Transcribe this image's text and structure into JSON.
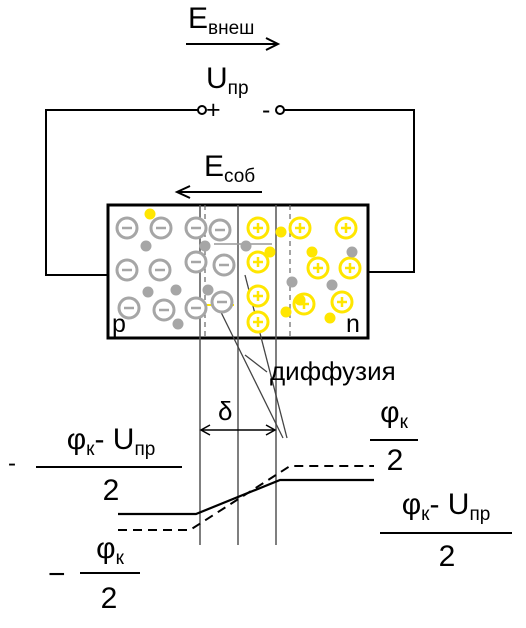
{
  "field_external": {
    "main": "E",
    "sub": "внеш"
  },
  "voltage": {
    "main": "U",
    "sub": "пр",
    "plus": "+",
    "minus": "-"
  },
  "field_own": {
    "main": "E",
    "sub": "соб"
  },
  "region_p": "p",
  "region_n": "n",
  "diffusion_label": "диффузия",
  "delta_label": "δ",
  "ion_negative": "−",
  "ion_positive": "+",
  "left_top_label": {
    "sign": "-",
    "num_phi": "φ",
    "num_phi_sub": "к",
    "num_rest": "- U",
    "num_rest_sub": "пр",
    "den": "2"
  },
  "left_bottom_label": {
    "sign": "−",
    "num_phi": "φ",
    "num_phi_sub": "к",
    "den": "2"
  },
  "right_top_label": {
    "num_phi": "φ",
    "num_phi_sub": "к",
    "den": "2"
  },
  "right_bottom_label": {
    "num_phi": "φ",
    "num_phi_sub": "к",
    "num_rest": "- U",
    "num_rest_sub": "пр",
    "den": "2"
  },
  "colors": {
    "negative_ion": "#a6a6a6",
    "positive_ion": "#ffe600",
    "hole_dot": "#ffe600",
    "electron_dot": "#a6a6a6"
  }
}
